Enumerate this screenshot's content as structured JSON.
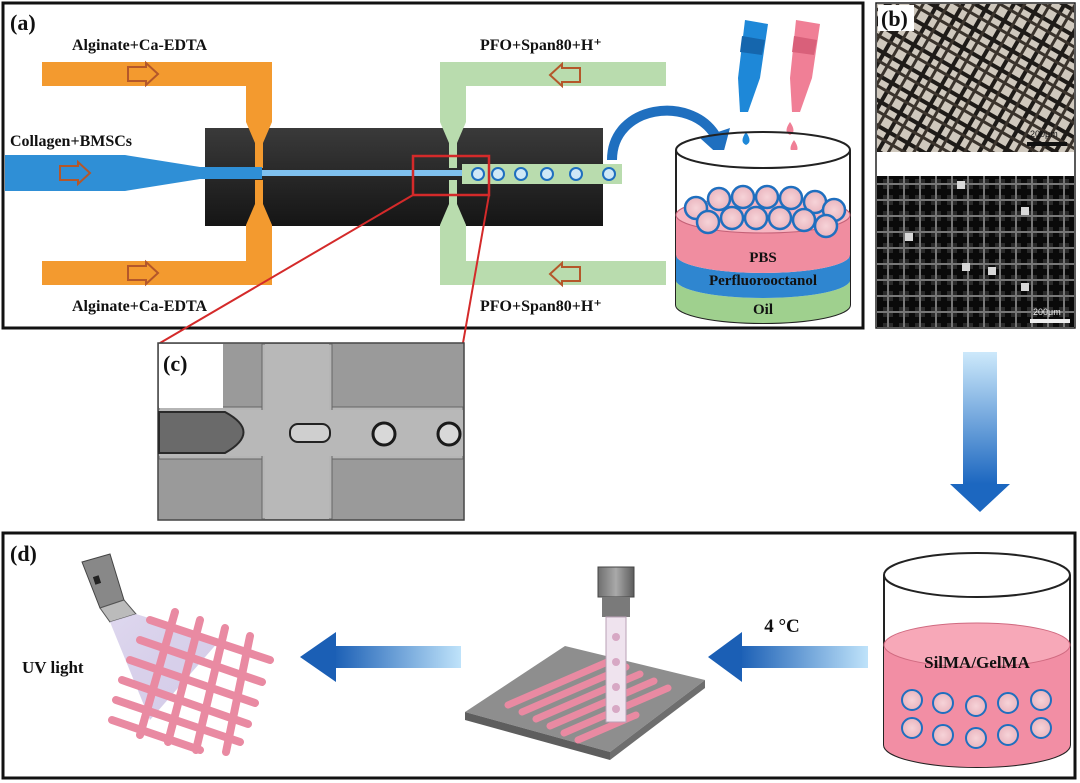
{
  "panels": {
    "a": "(a)",
    "b": "(b)",
    "c": "(c)",
    "d": "(d)"
  },
  "chip": {
    "top_left_inlet": "Alginate+Ca-EDTA",
    "bottom_left_inlet": "Alginate+Ca-EDTA",
    "center_inlet": "Collagen+BMSCs",
    "top_right_inlet": "PFO+Span80+H⁺",
    "bottom_right_inlet": "PFO+Span80+H⁺"
  },
  "container_layers": {
    "top": "PBS",
    "middle": "Perfluorooctanol",
    "bottom": "Oil"
  },
  "scale_bars": {
    "top": "200μm",
    "bottom": "200μm"
  },
  "bath": {
    "label": "SilMA/GelMA",
    "temperature": "4 °C"
  },
  "uv": {
    "label": "UV light"
  },
  "colors": {
    "alginate_channel": "#f39a2f",
    "pfo_channel": "#b9dcae",
    "collagen_channel": "#2f8fd6",
    "chip_body": "#222222",
    "pbs_layer": "#f08da0",
    "perfluorooctanol_layer": "#2f86d0",
    "oil_layer": "#9fd08e",
    "process_arrow": "#1b72c4",
    "highlight_box": "#d42a2a"
  }
}
